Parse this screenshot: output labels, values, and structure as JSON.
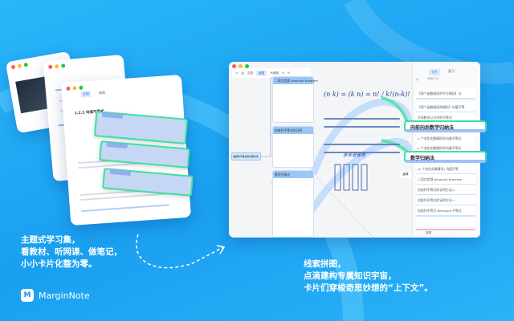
{
  "brand": {
    "name": "MarginNote",
    "accent": "#1aa8f5",
    "highlight": "#3fe0a0"
  },
  "captions": {
    "left": [
      "主题式学习集，",
      "看教材、听网课、做笔记，",
      "小小卡片化整为零。"
    ],
    "right": [
      "线索拼图，",
      "点滴建构专属知识宇宙，",
      "卡片们穿梭奇思妙想的“上下文”。"
    ]
  },
  "left_doc": {
    "section": "1.2.2 均值不等式",
    "tabs": [
      "文档",
      "脑图"
    ]
  },
  "main": {
    "toolbar": {
      "doc": "文档",
      "mindmap": "脑图",
      "outline": "大纲图"
    },
    "root_node": "伯努利不等式的证明方法",
    "map_cards": [
      "二项式定理 binomial theorem",
      "伯努利不等式的证明",
      "数学归纳法"
    ],
    "handwriting": {
      "formula": "(n k) = (k n) = n! / k!(n-k)!",
      "label": "多米诺骨牌"
    },
    "side_buttons": {
      "select": "选择"
    },
    "sidebar": {
      "tabs": [
        "卡片",
        "复习"
      ],
      "search_placeholder": "搜索卡片",
      "items": [
        "【两个函数图形的平方情形】分",
        "【两个函数图形的情形】均值不等",
        "不同数学公式中的不等式",
        "n 个非负实数情形的均值不等式",
        "n 个非负实数情形的均值不等式",
        "(n 个非负实数情形) 均值不等",
        "二项式定理 binomial theorem",
        "伯努利不等式的证明方法二",
        "伯努利不等式的证明方法一",
        "伯努利不等式 Bernoulli 不等式"
      ],
      "highlighted": [
        "向前向后数学归纳法",
        "数学归纳法"
      ],
      "bottom": "选择"
    }
  }
}
